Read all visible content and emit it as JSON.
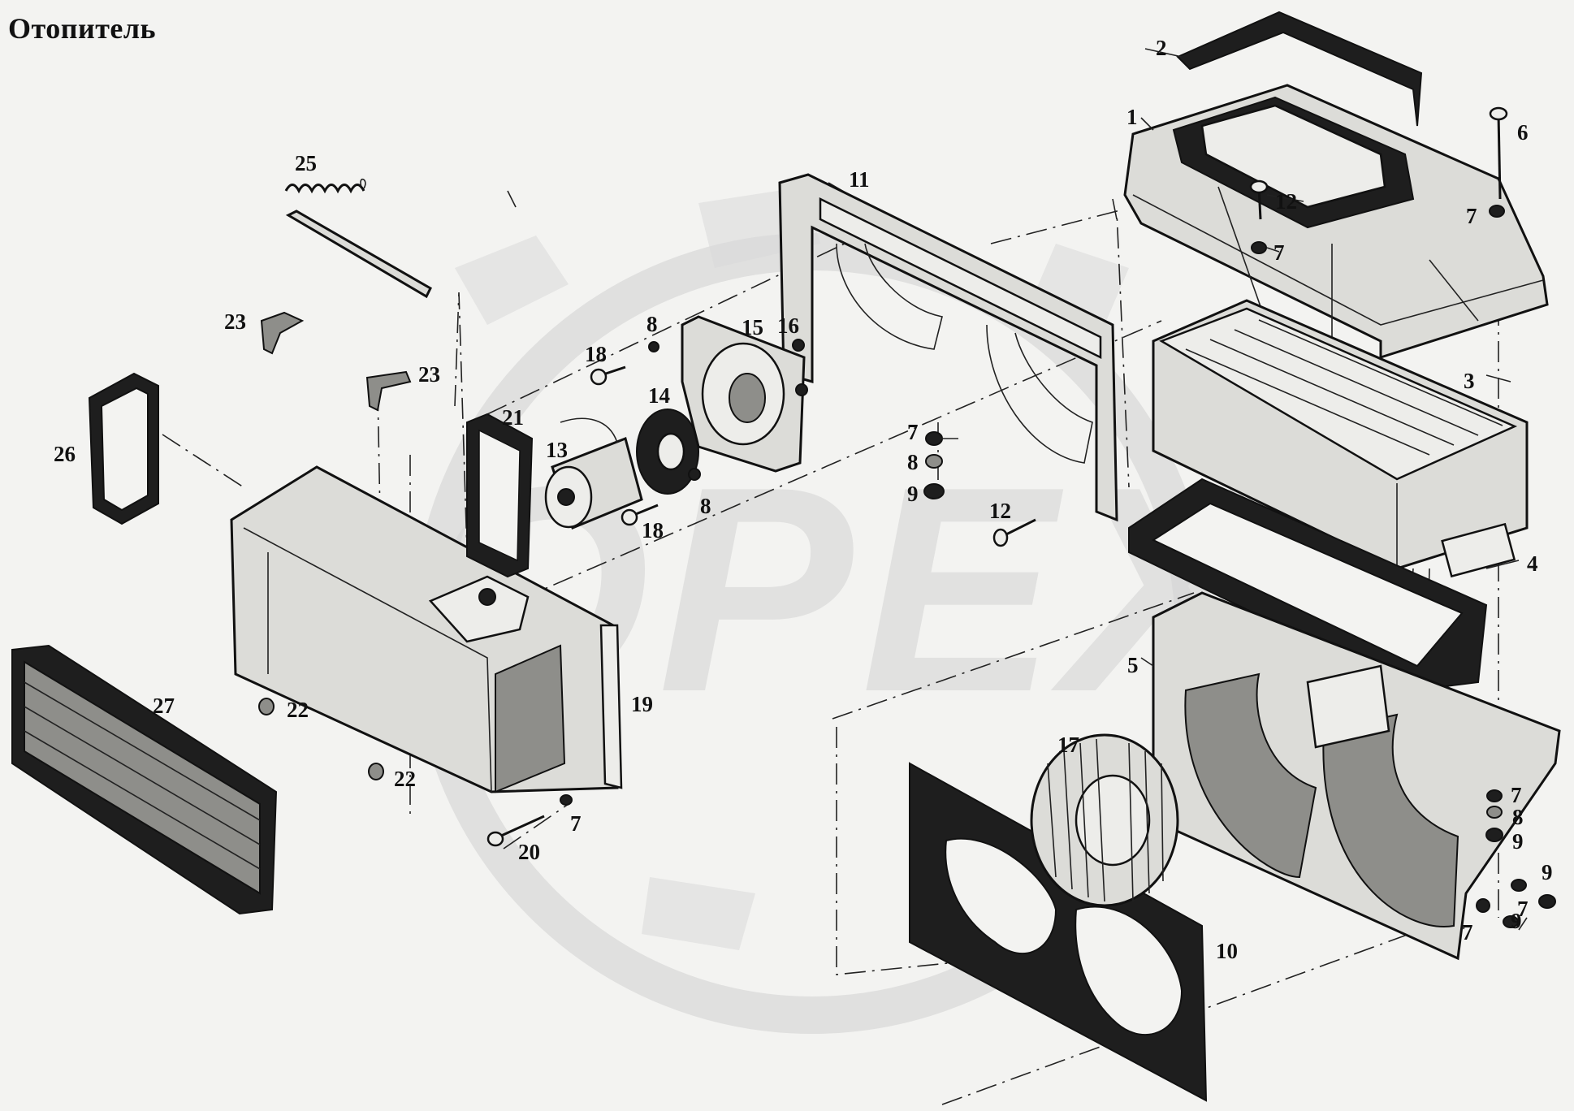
{
  "title": "Отопитель",
  "watermark": "OPEX",
  "callouts": [
    "1",
    "2",
    "3",
    "4",
    "5",
    "6",
    "7",
    "7",
    "7",
    "7",
    "7",
    "7",
    "7",
    "8",
    "8",
    "8",
    "8",
    "9",
    "9",
    "9",
    "9",
    "10",
    "11",
    "12",
    "12",
    "13",
    "14",
    "15",
    "16",
    "17",
    "18",
    "18",
    "19",
    "20",
    "21",
    "22",
    "22",
    "23",
    "23",
    "25",
    "26",
    "27"
  ]
}
